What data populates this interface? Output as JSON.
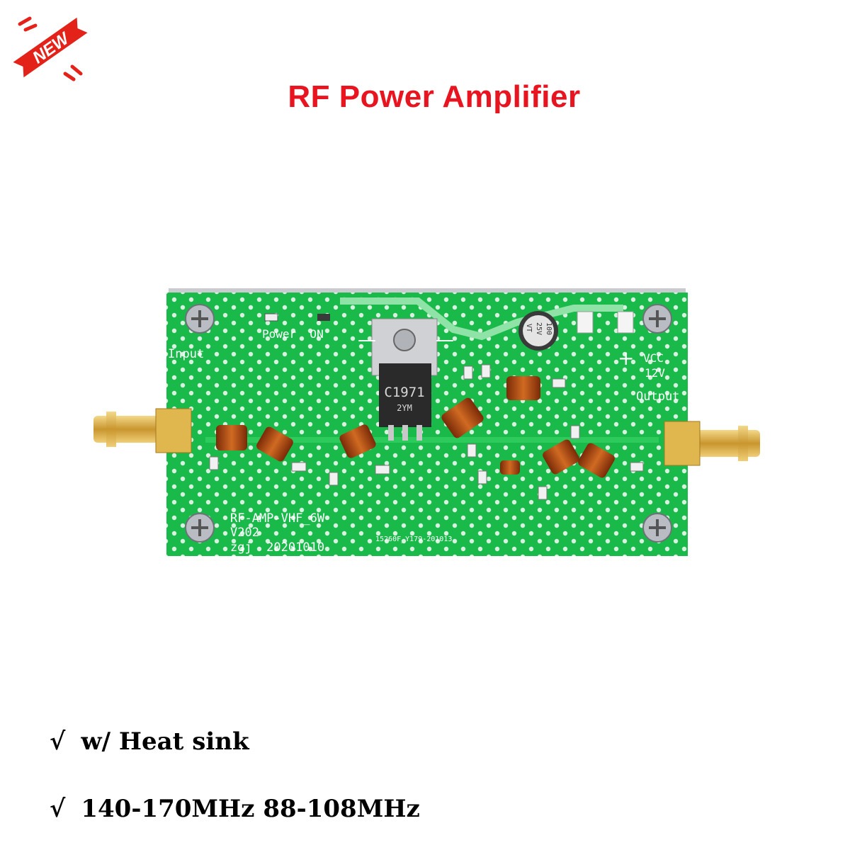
{
  "badge": {
    "text": "NEW"
  },
  "title": "RF Power Amplifier",
  "board": {
    "input_label": "Input",
    "output_label": "Output",
    "power_label": "Power  ON",
    "vcc_label": "VCC",
    "voltage_label": "12V",
    "transistor_top": "C1971",
    "transistor_bottom": "2YM",
    "capacitor_top": "100",
    "capacitor_mid": "25V",
    "capacitor_bottom": "VT",
    "model_label": "RF-AMP-VHF_6W",
    "version_label": "V202",
    "date_label": "zgj  20201010",
    "batch_label": "15260F_Y179-201013"
  },
  "features": [
    {
      "check": "√",
      "text": "w/ Heat sink"
    },
    {
      "check": "√",
      "text": "140-170MHz 88-108MHz"
    }
  ],
  "colors": {
    "title": "#e8141f",
    "pcb": "#19b94a",
    "badge": "#e32219"
  }
}
